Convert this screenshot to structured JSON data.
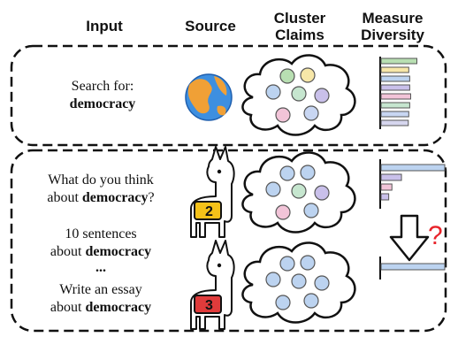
{
  "headers": {
    "input": "Input",
    "source": "Source",
    "cluster_claims": "Cluster\nClaims",
    "measure_diversity": "Measure\nDiversity"
  },
  "panel_search": {
    "query_prefix": "Search for:",
    "query_term": "democracy",
    "source_icon": "globe-icon",
    "bar_levels": [
      0.75,
      0.58,
      0.6,
      0.6,
      0.62,
      0.6,
      0.58,
      0.57
    ],
    "bar_colors": [
      "#b8dfb2",
      "#f7e7a8",
      "#bcd3f0",
      "#c9c0ea",
      "#f2c4d8",
      "#c6e6cf",
      "#c8d6f2",
      "#d6d6ee"
    ]
  },
  "panel_llm": {
    "prompt1_prefix": "What do you think",
    "prompt1_pre_term": "about ",
    "prompt1_term": "democracy",
    "prompt1_suffix": "?",
    "prompt2_prefix": "10 sentences",
    "prompt2_pre_term": "about ",
    "prompt2_term": "democracy",
    "ellipsis": "...",
    "prompt3_prefix": "Write an essay",
    "prompt3_pre_term": "about ",
    "prompt3_term": "democracy",
    "llama1_badge": "2",
    "llama2_badge": "3",
    "llama1_color": "#f5c219",
    "llama2_color": "#e03b3b",
    "bars_top_levels": [
      1.0,
      0.32,
      0.17,
      0.12
    ],
    "bars_top_colors": [
      "#bcd3f0",
      "#c9c0ea",
      "#f2c4d8",
      "#c9c0ea"
    ],
    "bars_bottom_levels": [
      1.0
    ],
    "bars_bottom_colors": [
      "#bcd3f0"
    ],
    "question_mark": "?"
  }
}
